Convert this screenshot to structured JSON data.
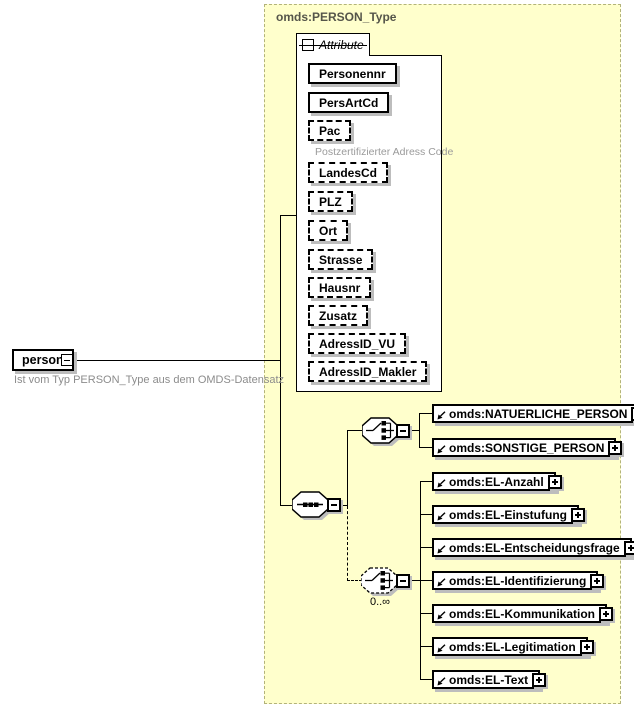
{
  "root": {
    "label": "person",
    "description": "Ist vom Typ PERSON_Type aus dem OMDS-Datensatz"
  },
  "type_container": {
    "label": "omds:PERSON_Type"
  },
  "attributes": {
    "tab_label": "Attribute",
    "items": [
      {
        "name": "Personennr",
        "optional": false
      },
      {
        "name": "PersArtCd",
        "optional": false
      },
      {
        "name": "Pac",
        "optional": true,
        "annotation": "Postzertifizierter Adress Code"
      },
      {
        "name": "LandesCd",
        "optional": true
      },
      {
        "name": "PLZ",
        "optional": true
      },
      {
        "name": "Ort",
        "optional": true
      },
      {
        "name": "Strasse",
        "optional": true
      },
      {
        "name": "Hausnr",
        "optional": true
      },
      {
        "name": "Zusatz",
        "optional": true
      },
      {
        "name": "AdressID_VU",
        "optional": true
      },
      {
        "name": "AdressID_Makler",
        "optional": true
      }
    ]
  },
  "content_model": {
    "compositor": "sequence",
    "choices": [
      {
        "elements": [
          "omds:NATUERLICHE_PERSON",
          "omds:SONSTIGE_PERSON"
        ]
      },
      {
        "occurrence": "0..∞",
        "elements": [
          "omds:EL-Anzahl",
          "omds:EL-Einstufung",
          "omds:EL-Entscheidungsfrage",
          "omds:EL-Identifizierung",
          "omds:EL-Kommunikation",
          "omds:EL-Legitimation",
          "omds:EL-Text"
        ]
      }
    ]
  },
  "colors": {
    "container_fill": "#ffffcc",
    "container_border": "#b3b37a",
    "shadow": "#bdbdbd"
  }
}
